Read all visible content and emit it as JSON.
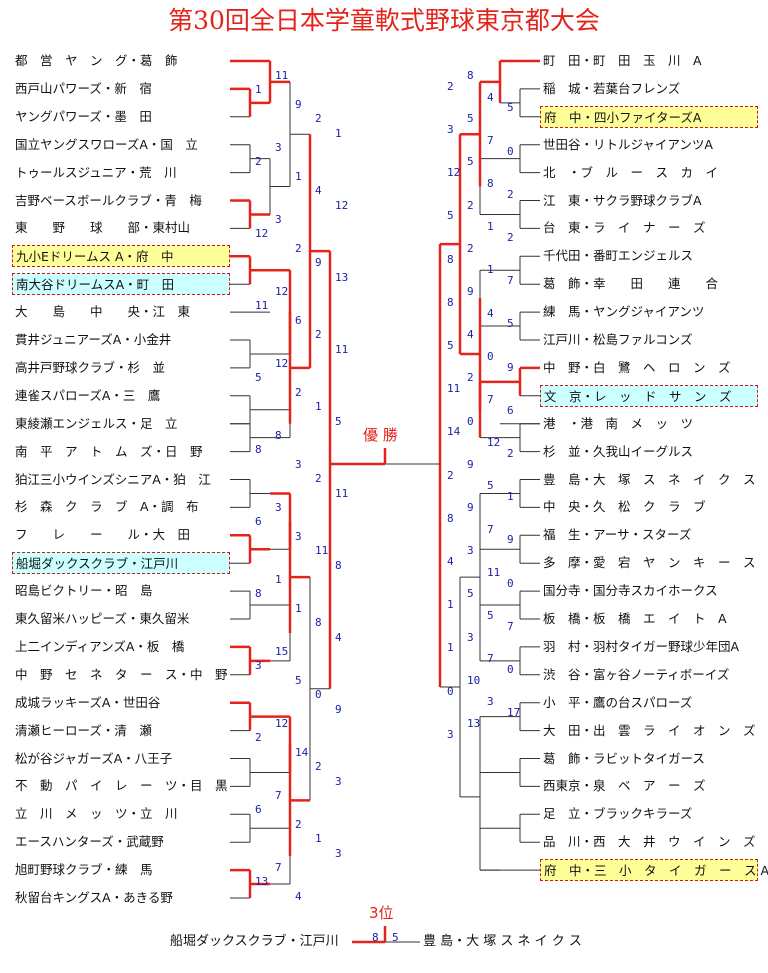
{
  "title": "第30回全日本学童軟式野球東京都大会",
  "champion_label": "優 勝",
  "third_label": "3位",
  "colors": {
    "title_red": "#e4241a",
    "score_blue": "#1a22a8",
    "yellow": "#ffff99",
    "cyan": "#ccffff",
    "line_red": "#e4241a",
    "line_dark": "#333333"
  },
  "left_teams": [
    {
      "name": "都　営　ヤ　ン　グ・葛　飾"
    },
    {
      "name": "西戸山パワーズ・新　宿"
    },
    {
      "name": "ヤングパワーズ・墨　田"
    },
    {
      "name": "国立ヤングスワローズA・国　立"
    },
    {
      "name": "トゥールスジュニア・荒　川"
    },
    {
      "name": "吉野ベースボールクラブ・青　梅"
    },
    {
      "name": "東　　野　　球　　部・東村山"
    },
    {
      "name": "九小Eドリームス A・府　中",
      "hl": "yellow"
    },
    {
      "name": "南大谷ドリームスA・町　田",
      "hl": "cyan"
    },
    {
      "name": "大　　島　　中　　央・江　東"
    },
    {
      "name": "貫井ジュニアーズA・小金井"
    },
    {
      "name": "高井戸野球クラブ・杉　並"
    },
    {
      "name": "連雀スパローズA・三　鷹"
    },
    {
      "name": "東綾瀬エンジェルス・足　立"
    },
    {
      "name": "南　平　ア　ト　ム　ズ・日　野"
    },
    {
      "name": "狛江三小ウインズシニアA・狛　江"
    },
    {
      "name": "杉　森　ク　ラ　ブ　A・調　布"
    },
    {
      "name": "フ　　レ　　ー　　ル・大　田"
    },
    {
      "name": "船堀ダックスクラブ・江戸川",
      "hl": "cyan"
    },
    {
      "name": "昭島ビクトリー・昭　島"
    },
    {
      "name": "東久留米ハッピーズ・東久留米"
    },
    {
      "name": "上二インディアンズA・板　橋"
    },
    {
      "name": "中　野　セ　ネ　タ　ー　ス・中　野"
    },
    {
      "name": "成城ラッキーズA・世田谷"
    },
    {
      "name": "清瀬ヒーローズ・清　瀬"
    },
    {
      "name": "松が谷ジャガーズA・八王子"
    },
    {
      "name": "不　動　パ　イ　レ　ー　ツ・目　黒"
    },
    {
      "name": "立　川　メ　ッ　ツ・立　川"
    },
    {
      "name": "エースハンターズ・武蔵野"
    },
    {
      "name": "旭町野球クラブ・練　馬"
    },
    {
      "name": "秋留台キングスA・あきる野"
    }
  ],
  "right_teams": [
    {
      "name": "町　田・町　田　玉　川　A"
    },
    {
      "name": "稲　城・若葉台フレンズ"
    },
    {
      "name": "府　中・四小ファイターズA",
      "hl": "yellow"
    },
    {
      "name": "世田谷・リトルジャイアンツA"
    },
    {
      "name": "北　・ブ　ル　ー　ス　カ　イ"
    },
    {
      "name": "江　東・サクラ野球クラブA"
    },
    {
      "name": "台　東・ラ　イ　ナ　ー　ズ"
    },
    {
      "name": "千代田・番町エンジェルス"
    },
    {
      "name": "葛　飾・幸　　田　　連　　合"
    },
    {
      "name": "練　馬・ヤングジャイアンツ"
    },
    {
      "name": "江戸川・松島ファルコンズ"
    },
    {
      "name": "中　野・白　鷺　ヘ　ロ　ン　ズ"
    },
    {
      "name": "文　京・レ　ッ　ド　サ　ン　ズ",
      "hl": "cyan"
    },
    {
      "name": "港　・港　南　メ　ッ　ツ"
    },
    {
      "name": "杉　並・久我山イーグルス"
    },
    {
      "name": "豊　島・大　塚　ス　ネ　イ　ク　ス"
    },
    {
      "name": "中　央・久　松　ク　ラ　ブ"
    },
    {
      "name": "福　生・アーサ・スターズ"
    },
    {
      "name": "多　摩・愛　宕　ヤ　ン　キ　ー　ス"
    },
    {
      "name": "国分寺・国分寺スカイホークス"
    },
    {
      "name": "板　橋・板　橋　エ　イ　ト　A"
    },
    {
      "name": "羽　村・羽村タイガー野球少年団A"
    },
    {
      "name": "渋　谷・富ヶ谷ノーティボーイズ"
    },
    {
      "name": "小　平・鷹の台スパローズ"
    },
    {
      "name": "大　田・出　雲　ラ　イ　オ　ン　ズ"
    },
    {
      "name": "葛　飾・ラビットタイガース"
    },
    {
      "name": "西東京・泉　ベ　ア　ー　ズ"
    },
    {
      "name": "足　立・ブラックキラーズ"
    },
    {
      "name": "品　川・西　大　井　ウ　イ　ン　ズ"
    },
    {
      "name": "府　中・三　小　タ　イ　ガ　ー　ス A",
      "hl": "yellow"
    }
  ],
  "scores": [
    "11",
    "1",
    "9",
    "2",
    "1",
    "3",
    "2",
    "1",
    "4",
    "12",
    "3",
    "12",
    "2",
    "9",
    "13",
    "12",
    "11",
    "6",
    "2",
    "11",
    "12",
    "5",
    "2",
    "1",
    "5",
    "8",
    "8",
    "3",
    "2",
    "11",
    "3",
    "6",
    "3",
    "11",
    "8",
    "1",
    "8",
    "1",
    "8",
    "4",
    "15",
    "3",
    "5",
    "0",
    "9",
    "12",
    "2",
    "14",
    "2",
    "3",
    "7",
    "6",
    "2",
    "1",
    "3",
    "7",
    "13",
    "4",
    "8",
    "2",
    "4",
    "5",
    "5",
    "3",
    "7",
    "0",
    "5",
    "12",
    "8",
    "2",
    "2",
    "5",
    "1",
    "2",
    "2",
    "8",
    "1",
    "7",
    "9",
    "8",
    "4",
    "5",
    "4",
    "5",
    "0",
    "9",
    "2",
    "11",
    "7",
    "6",
    "0",
    "14",
    "12",
    "2",
    "9",
    "2",
    "5",
    "1",
    "9",
    "8",
    "7",
    "9",
    "3",
    "4",
    "11",
    "0",
    "5",
    "1",
    "5",
    "7",
    "3",
    "1",
    "7",
    "0",
    "10",
    "0",
    "3",
    "17",
    "13",
    "3"
  ],
  "third_place": {
    "left_team": "船堀ダックスクラブ・江戸川",
    "left_score": "8",
    "right_score": "5",
    "right_team": "豊 島・大 塚 ス ネ イ ク ス"
  }
}
